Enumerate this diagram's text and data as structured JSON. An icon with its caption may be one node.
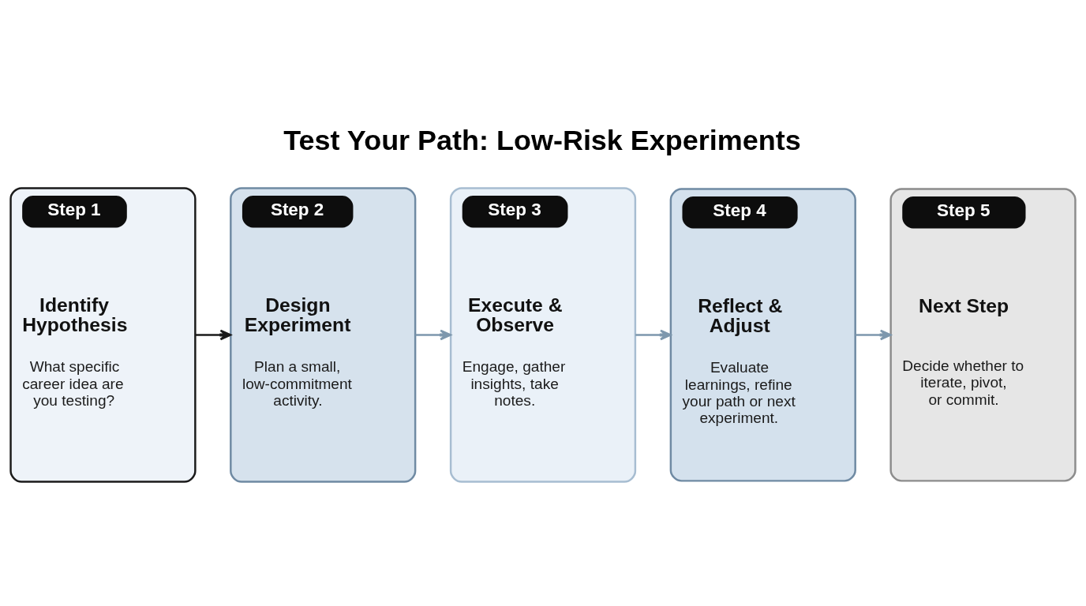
{
  "diagram": {
    "title": "Test Your Path: Low-Risk Experiments",
    "nodes": [
      {
        "text": [
          "Step 1",
          "Identify Hypothesis",
          "What specific career idea are you testing?"
        ]
      },
      {
        "text": [
          "Step 2",
          "Design Experiment",
          "Plan a small, low-commitment activity."
        ]
      },
      {
        "text": [
          "Step 3",
          "Execute & Observe",
          "Engage, gather insights, take notes."
        ]
      },
      {
        "text": [
          "Step 4",
          "Reflect & Adjust",
          "Evaluate learnings, refine your path or next experiment."
        ]
      },
      {
        "text": [
          "Step 5",
          "Next Step",
          "Decide whether to iterate, pivot, or commit."
        ]
      }
    ],
    "edges": [
      {
        "from": 0,
        "to": 1,
        "arrow": "to",
        "color": "#1a1a1a"
      },
      {
        "from": 1,
        "to": 2,
        "arrow": "to"
      },
      {
        "from": 2,
        "to": 3,
        "arrow": "to"
      },
      {
        "from": 3,
        "to": 4,
        "arrow": "to"
      }
    ]
  }
}
